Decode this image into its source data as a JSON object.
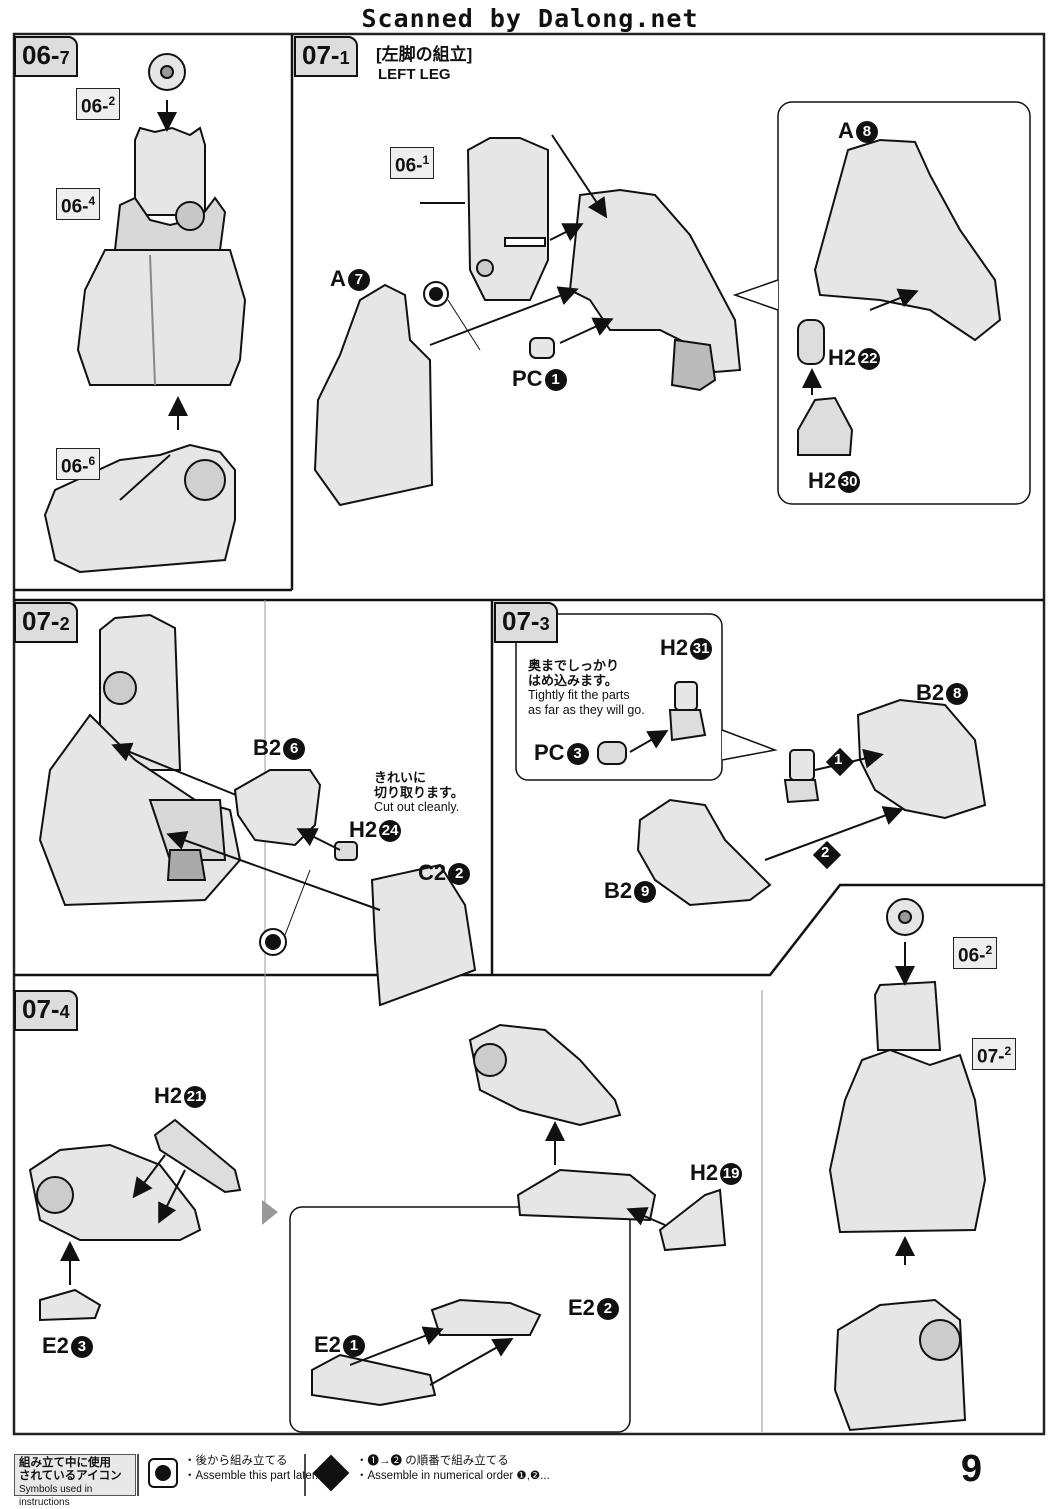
{
  "header": {
    "watermark": "Scanned by Dalong.net"
  },
  "steps": [
    {
      "id": "06-7",
      "major": "06",
      "minor": "7"
    },
    {
      "id": "07-1",
      "major": "07",
      "minor": "1",
      "title_jp": "[左脚の組立]",
      "title_en": "LEFT LEG"
    },
    {
      "id": "07-2",
      "major": "07",
      "minor": "2"
    },
    {
      "id": "07-3",
      "major": "07",
      "minor": "3"
    },
    {
      "id": "07-4",
      "major": "07",
      "minor": "4"
    }
  ],
  "sub_refs": {
    "s06_2a": {
      "major": "06",
      "minor": "2"
    },
    "s06_4": {
      "major": "06",
      "minor": "4"
    },
    "s06_6": {
      "major": "06",
      "minor": "6"
    },
    "s06_1": {
      "major": "06",
      "minor": "1"
    },
    "s06_2b": {
      "major": "06",
      "minor": "2"
    },
    "s07_2": {
      "major": "07",
      "minor": "2"
    }
  },
  "parts": {
    "a7": {
      "runner": "A",
      "num": "7"
    },
    "a8": {
      "runner": "A",
      "num": "8"
    },
    "pc1": {
      "runner": "PC",
      "num": "1"
    },
    "h2_22": {
      "runner": "H2",
      "num": "22"
    },
    "h2_30": {
      "runner": "H2",
      "num": "30"
    },
    "b2_6": {
      "runner": "B2",
      "num": "6"
    },
    "h2_24": {
      "runner": "H2",
      "num": "24"
    },
    "c2_2": {
      "runner": "C2",
      "num": "2"
    },
    "h2_31": {
      "runner": "H2",
      "num": "31"
    },
    "pc3": {
      "runner": "PC",
      "num": "3"
    },
    "b2_8": {
      "runner": "B2",
      "num": "8"
    },
    "b2_9": {
      "runner": "B2",
      "num": "9"
    },
    "h2_21": {
      "runner": "H2",
      "num": "21"
    },
    "h2_19": {
      "runner": "H2",
      "num": "19"
    },
    "e2_3": {
      "runner": "E2",
      "num": "3"
    },
    "e2_1": {
      "runner": "E2",
      "num": "1"
    },
    "e2_2": {
      "runner": "E2",
      "num": "2"
    }
  },
  "order_marks": {
    "first": "1",
    "second": "2"
  },
  "notes": {
    "cut_jp_1": "きれいに",
    "cut_jp_2": "切り取ります。",
    "cut_en": "Cut out cleanly.",
    "fit_jp_1": "奥までしっかり",
    "fit_jp_2": "はめ込みます。",
    "fit_en_1": "Tightly fit the parts",
    "fit_en_2": "as far as they will go."
  },
  "footer": {
    "legend_jp_1": "組み立て中に使用",
    "legend_jp_2": "されているアイコン",
    "legend_en": "Symbols used in instructions",
    "later_jp": "・後から組み立てる",
    "later_en": "・Assemble this part later.",
    "order_jp": "・❶→❷ の順番で組み立てる",
    "order_en": "・Assemble in numerical order ❶,❷..."
  },
  "page_number": "9",
  "colors": {
    "ink": "#111111",
    "part_fill": "#e6e6e6",
    "shade": "#bdbdbd",
    "tag_bg": "#eeeeee"
  }
}
